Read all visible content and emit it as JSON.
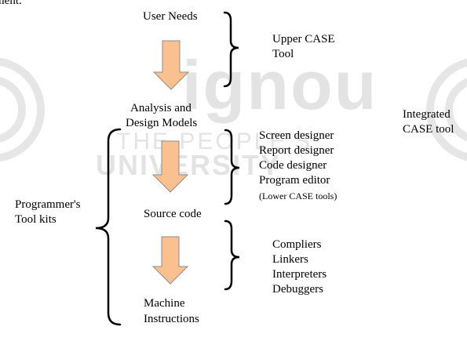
{
  "page": {
    "fragment_text": "ment."
  },
  "watermark": {
    "logo_text": "ignou",
    "tagline": "THE PEOPLE'S",
    "university": "UNIVERSITY"
  },
  "stages": [
    {
      "id": "user-needs",
      "label": "User Needs"
    },
    {
      "id": "analysis",
      "label_line1": "Analysis and",
      "label_line2": "Design Models"
    },
    {
      "id": "source-code",
      "label": "Source code"
    },
    {
      "id": "machine",
      "label_line1": "Machine",
      "label_line2": "Instructions"
    }
  ],
  "upper_case": {
    "line1": "Upper CASE",
    "line2": "Tool"
  },
  "lower_case_tools": {
    "items": [
      "Screen designer",
      "Report designer",
      "Code designer",
      "Program editor"
    ],
    "note": "(Lower CASE tools)"
  },
  "compile_tools": {
    "items": [
      "Compliers",
      "Linkers",
      "Interpreters",
      "Debuggers"
    ]
  },
  "programmer": {
    "line1": "Programmer's",
    "line2": "Tool kits"
  },
  "integrated": {
    "line1": "Integrated",
    "line2": "CASE tool"
  },
  "colors": {
    "arrow_fill": "#fac090",
    "arrow_stroke": "#8c8c8c",
    "watermark": "#e3e3e3"
  }
}
